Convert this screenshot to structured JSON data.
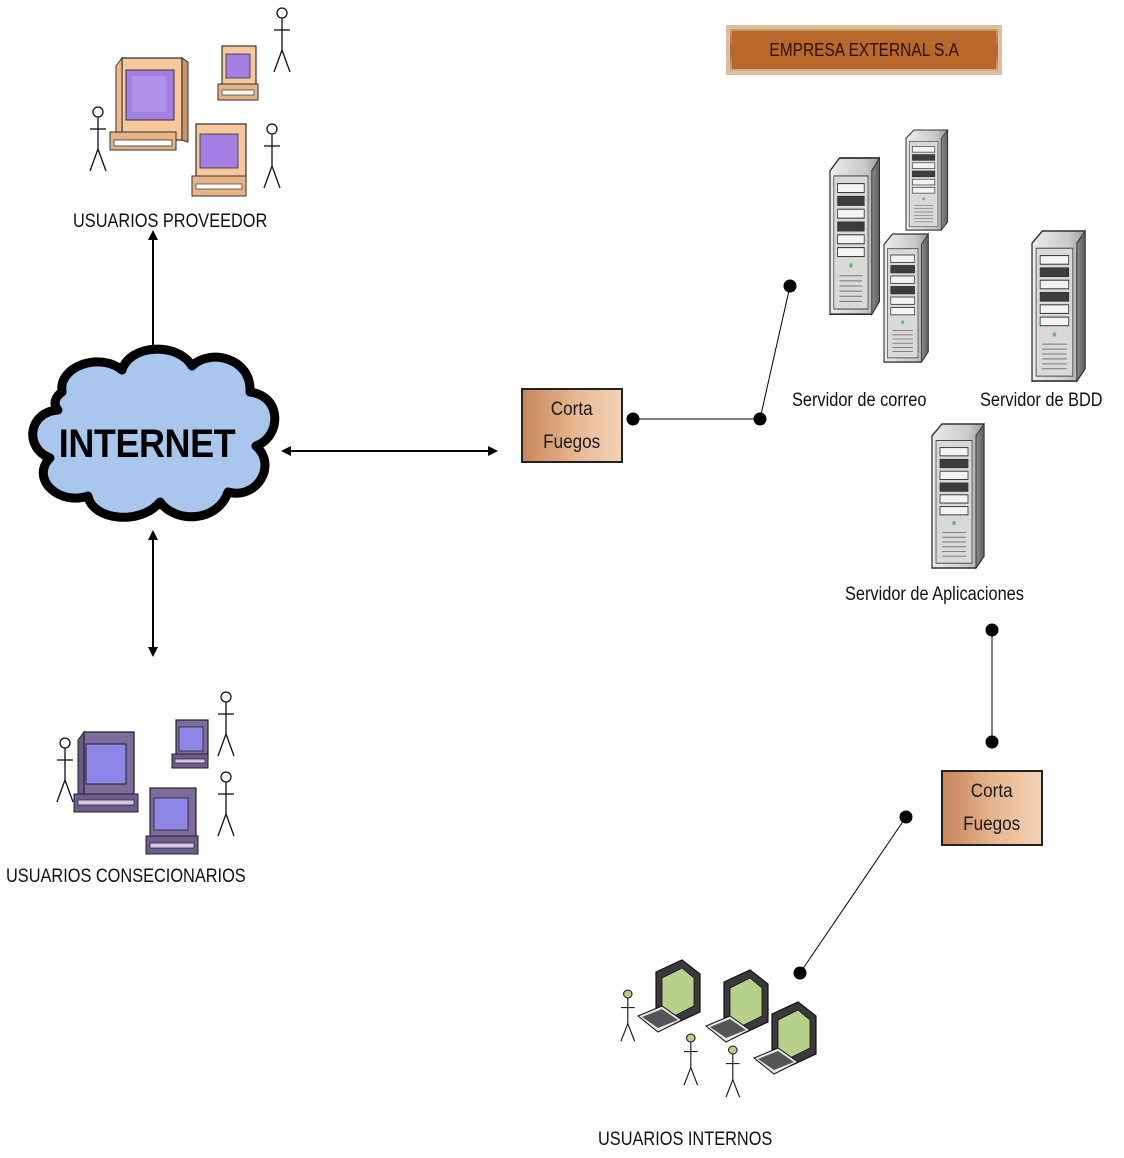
{
  "title": "EMPRESA EXTERNAL S.A",
  "internet": "INTERNET",
  "groups": {
    "proveedor": "USUARIOS PROVEEDOR",
    "consecionarios": "USUARIOS CONSECIONARIOS",
    "internos": "USUARIOS INTERNOS"
  },
  "servers": {
    "correo": "Servidor de correo",
    "bdd": "Servidor de BDD",
    "aplicaciones": "Servidor de Aplicaciones"
  },
  "firewalls": {
    "external": "Corta\nFuegos",
    "internal": "Corta\nFuegos"
  },
  "colors": {
    "cloud": "#a9c6ec",
    "title_bg": "#b8682a",
    "firewall": "#e7b893",
    "proveedor_pc": "#f6c89b",
    "consecionarios_pc": "#7d6b9e",
    "internos_pc": "#b7d08a"
  }
}
